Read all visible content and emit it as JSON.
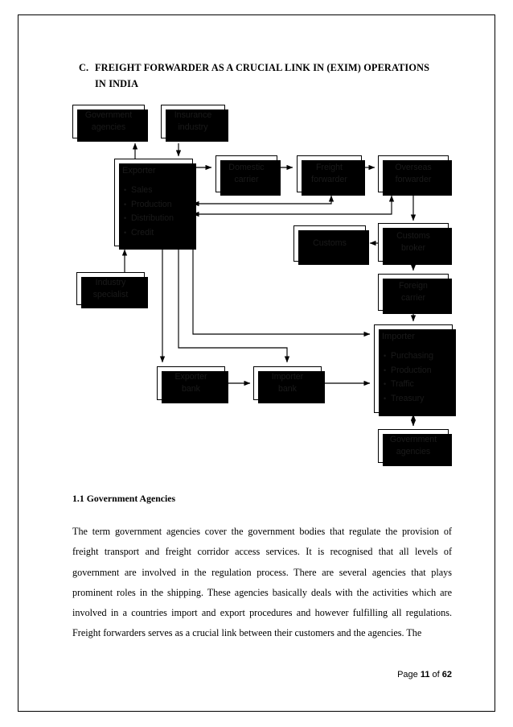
{
  "heading": {
    "label": "C.",
    "line1": "FREIGHT FORWARDER AS A CRUCIAL LINK IN (EXIM) OPERATIONS",
    "line2": "IN INDIA"
  },
  "diagram": {
    "title": "Freight forwarder as a crucial link in EXIM operations",
    "boxes": {
      "gov_agencies_top": {
        "line1": "Government",
        "line2": "agencies"
      },
      "insurance_industry": {
        "line1": "Insurance",
        "line2": "industry"
      },
      "exporter": {
        "title": "Exporter",
        "items": [
          "Sales",
          "Production",
          "Distribution",
          "Credit"
        ]
      },
      "domestic_carrier": {
        "line1": "Domestic",
        "line2": "carrier"
      },
      "freight_forwarder": {
        "line1": "Freight",
        "line2": "forwarder"
      },
      "overseas_forwarder": {
        "line1": "Overseas",
        "line2": "forwarder"
      },
      "customs": {
        "line1": "Customs",
        "line2": ""
      },
      "customs_broker": {
        "line1": "Customs",
        "line2": "broker"
      },
      "foreign_carrier": {
        "line1": "Foreign",
        "line2": "carrier"
      },
      "industry_specialist": {
        "line1": "Industry",
        "line2": "specialist"
      },
      "exporter_bank": {
        "line1": "Exporter",
        "line2": "bank"
      },
      "importer_bank": {
        "line1": "Importer",
        "line2": "bank"
      },
      "importer": {
        "title": "Importer",
        "items": [
          "Purchasing",
          "Production",
          "Traffic",
          "Treasury"
        ]
      },
      "gov_agencies_bottom": {
        "line1": "Government",
        "line2": "agencies"
      }
    },
    "colors": {
      "line": "#000000",
      "box_fill": "#ffffff",
      "shadow": "#000000"
    }
  },
  "section": {
    "title": "1.1 Government Agencies",
    "paragraph": "The term government agencies cover the government bodies that regulate the provision of freight transport and freight corridor access services. It is recognised that all levels of government are involved in the regulation process. There are several agencies that plays prominent roles in the shipping. These agencies basically deals with the activities which are involved in a countries import and export procedures and however fulfilling all regulations. Freight forwarders serves as a crucial link between their customers and the agencies. The"
  },
  "footer": {
    "prefix": "Page ",
    "page": "11",
    "middle": " of ",
    "total": "62"
  }
}
